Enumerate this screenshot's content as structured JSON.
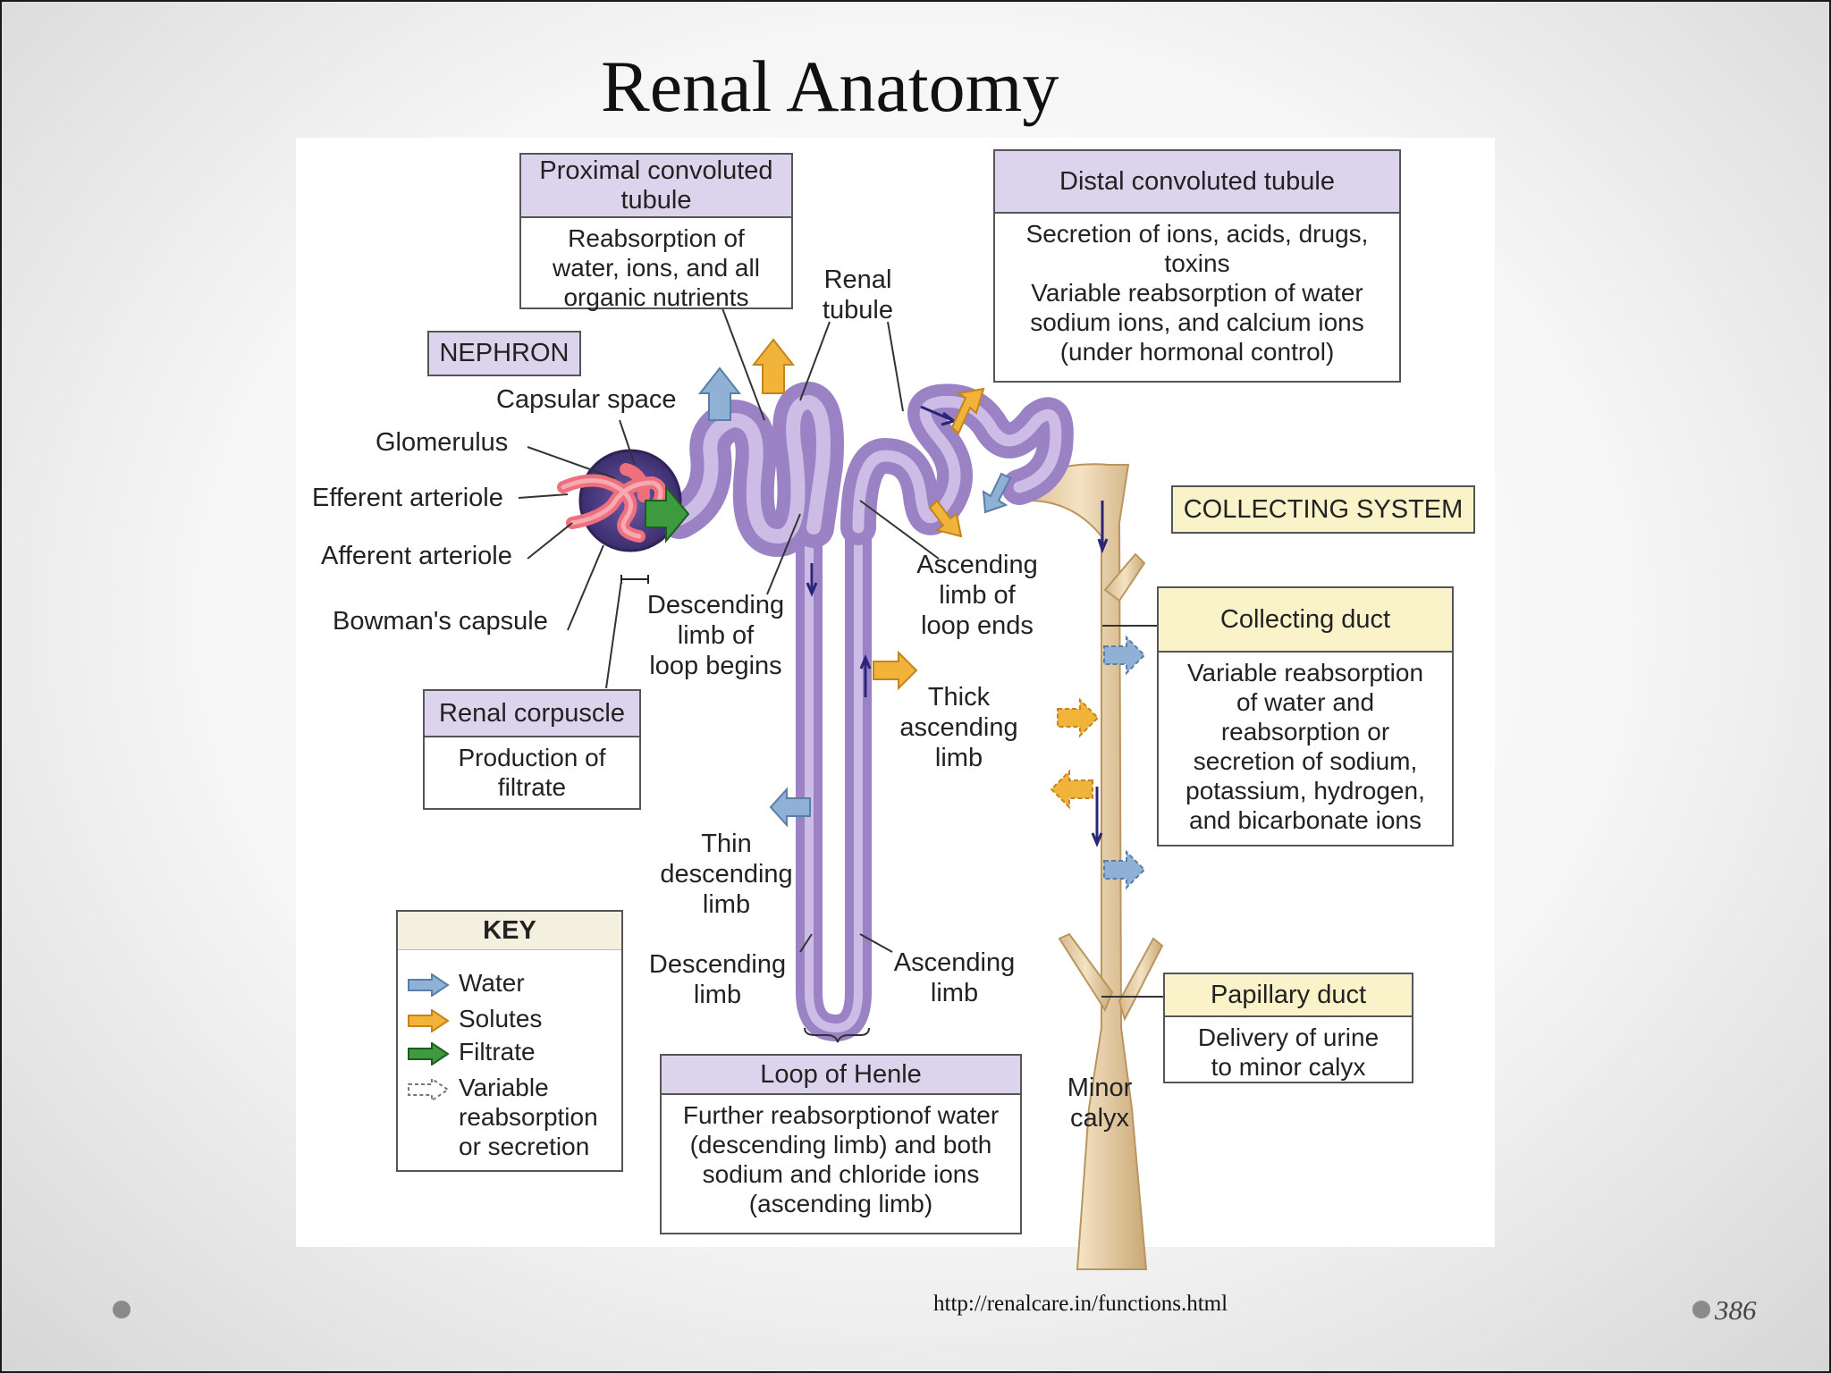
{
  "slide": {
    "title": "Renal Anatomy",
    "source_url": "http://renalcare.in/functions.html",
    "page_number": "386"
  },
  "colors": {
    "tubule": "#b9a3d6",
    "tubule_dark": "#8e73b8",
    "duct": "#e8cfa4",
    "water_arrow": "#8fb1d6",
    "solute_arrow": "#f2b33a",
    "filtrate_arrow": "#3e9a3f",
    "header_purple": "#dcd4ec",
    "header_yellow": "#faf2c8"
  },
  "diagram": {
    "tags": {
      "nephron": "NEPHRON",
      "collecting_system": "COLLECTING SYSTEM"
    },
    "labels": {
      "capsular_space": "Capsular space",
      "glomerulus": "Glomerulus",
      "efferent_arteriole": "Efferent arteriole",
      "afferent_arteriole": "Afferent arteriole",
      "bowmans_capsule": "Bowman's capsule",
      "renal_tubule": "Renal\ntubule",
      "descending_limb_begins": "Descending\nlimb of\nloop begins",
      "ascending_limb_ends": "Ascending\nlimb of\nloop ends",
      "thick_ascending_limb": "Thick\nascending\nlimb",
      "thin_descending_limb": "Thin\ndescending\nlimb",
      "descending_limb": "Descending\nlimb",
      "ascending_limb": "Ascending\nlimb",
      "minor_calyx": "Minor\ncalyx"
    },
    "boxes": {
      "proximal": {
        "title": "Proximal convoluted\ntubule",
        "body": "Reabsorption of\nwater, ions, and all\norganic nutrients"
      },
      "distal": {
        "title": "Distal convoluted tubule",
        "body": "Secretion of ions, acids, drugs,\ntoxins\nVariable reabsorption of water\nsodium ions, and calcium ions\n(under hormonal control)"
      },
      "renal_corpuscle": {
        "title": "Renal corpuscle",
        "body": "Production of\nfiltrate"
      },
      "collecting_duct": {
        "title": "Collecting duct",
        "body": "Variable reabsorption\nof water and\nreabsorption or\nsecretion of sodium,\npotassium, hydrogen,\nand bicarbonate ions"
      },
      "papillary_duct": {
        "title": "Papillary duct",
        "body": "Delivery of urine\nto minor calyx"
      },
      "loop_of_henle": {
        "title": "Loop of Henle",
        "body": "Further reabsorptionof water\n(descending limb) and both\nsodium and chloride ions\n(ascending limb)"
      }
    },
    "key": {
      "title": "KEY",
      "items": [
        {
          "icon": "water-arrow-icon",
          "label": "Water"
        },
        {
          "icon": "solutes-arrow-icon",
          "label": "Solutes"
        },
        {
          "icon": "filtrate-arrow-icon",
          "label": "Filtrate"
        },
        {
          "icon": "variable-arrow-icon",
          "label": "Variable\nreabsorption\nor secretion"
        }
      ]
    }
  }
}
